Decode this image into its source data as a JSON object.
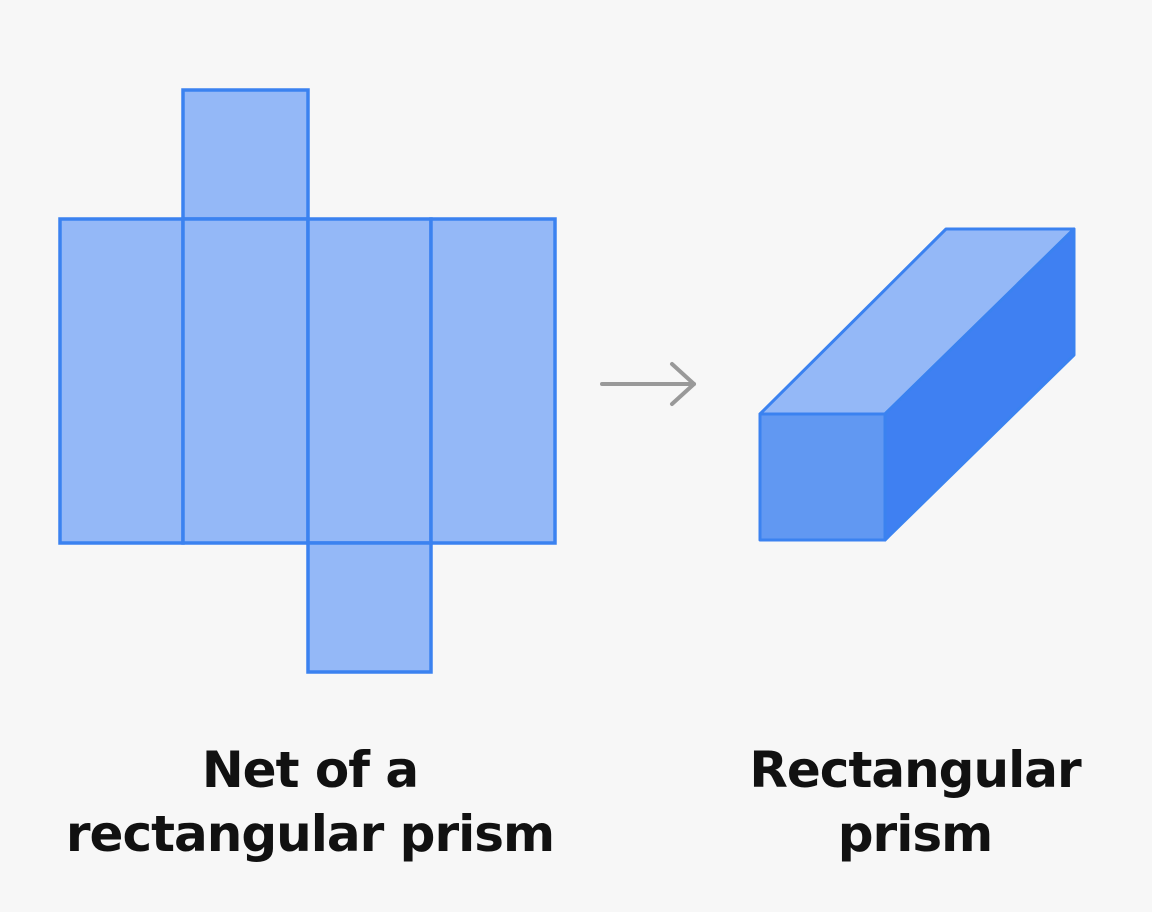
{
  "colors": {
    "background": "#f7f7f7",
    "face_light": "#94b8f7",
    "face_stroke": "#3b82f0",
    "prism_front": "#6198f2",
    "prism_side": "#3f80f2",
    "prism_top": "#94b8f7",
    "arrow": "#999999",
    "text": "#111111"
  },
  "net": {
    "caption_line1": "Net of a",
    "caption_line2": "rectangular prism"
  },
  "arrow": {
    "icon": "right-arrow-icon"
  },
  "prism": {
    "caption_line1": "Rectangular",
    "caption_line2": "prism"
  }
}
